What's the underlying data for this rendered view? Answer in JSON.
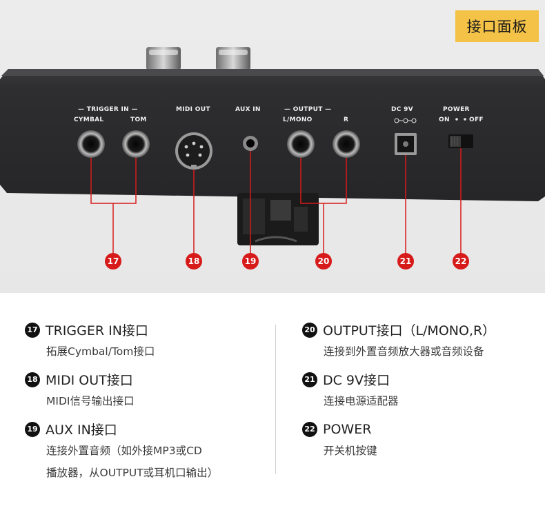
{
  "badge": "接口面板",
  "panel_labels": {
    "trigger_in": "— TRIGGER IN —",
    "cymbal": "CYMBAL",
    "tom": "TOM",
    "midi_out": "MIDI OUT",
    "aux_in": "AUX IN",
    "output": "— OUTPUT —",
    "l_mono": "L/MONO",
    "r": "R",
    "dc": "DC 9V",
    "power": "POWER",
    "on": "ON",
    "off": "OFF"
  },
  "markers": [
    "17",
    "18",
    "19",
    "20",
    "21",
    "22"
  ],
  "left_items": [
    {
      "num": "17",
      "title": "TRIGGER IN接口",
      "desc": [
        "拓展Cymbal/Tom接口"
      ]
    },
    {
      "num": "18",
      "title": "MIDI OUT接口",
      "desc": [
        "MIDI信号输出接口"
      ]
    },
    {
      "num": "19",
      "title": "AUX IN接口",
      "desc": [
        "连接外置音频（如外接MP3或CD",
        "播放器，从OUTPUT或耳机口输出）"
      ]
    }
  ],
  "right_items": [
    {
      "num": "20",
      "title": "OUTPUT接口（L/MONO,R）",
      "desc": [
        "连接到外置音频放大器或音频设备"
      ]
    },
    {
      "num": "21",
      "title": "DC 9V接口",
      "desc": [
        "连接电源适配器"
      ]
    },
    {
      "num": "22",
      "title": "POWER",
      "desc": [
        "开关机按键"
      ]
    }
  ],
  "colors": {
    "badge": "#f3c246",
    "marker": "#d71a1a",
    "number_disc": "#111111",
    "panel": "#2b2b2d"
  }
}
